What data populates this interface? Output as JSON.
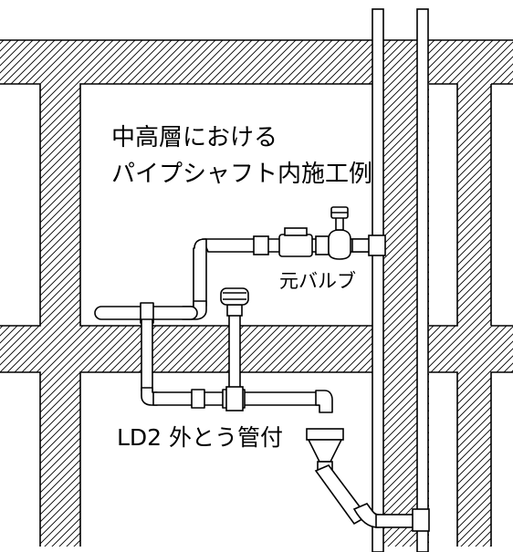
{
  "title": {
    "line1": "中高層における",
    "line2": "パイプシャフト内施工例"
  },
  "labels": {
    "main_valve": "元バルブ",
    "fitting": "LD2 外とう管付"
  },
  "colors": {
    "line": "#000000",
    "background": "#ffffff"
  }
}
